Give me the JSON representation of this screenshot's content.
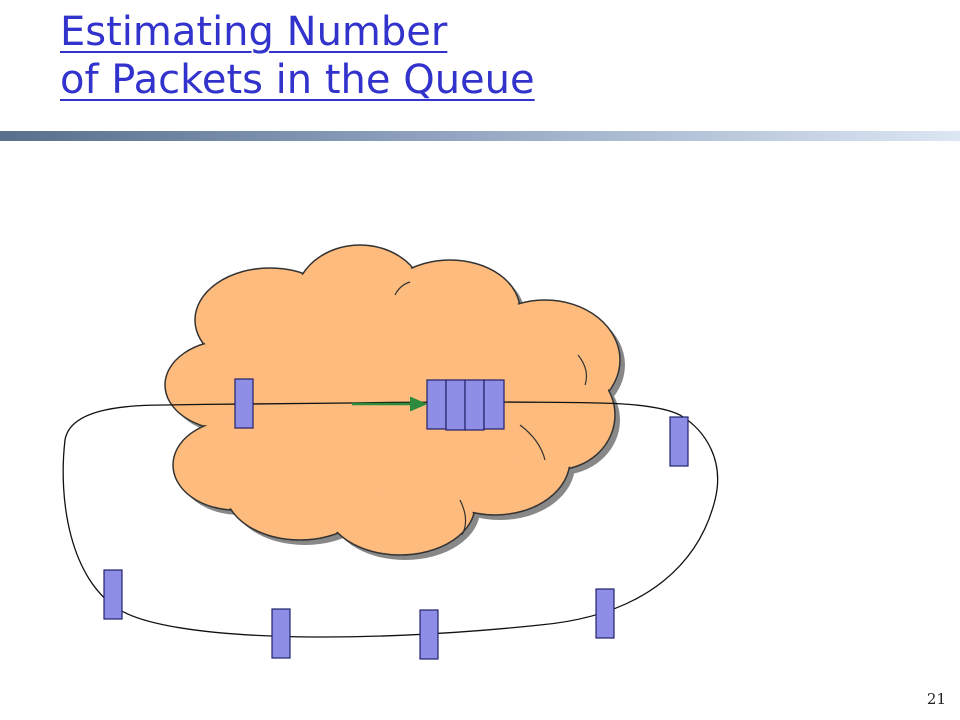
{
  "slide": {
    "title_line1": "Estimating Number",
    "title_line2": "of Packets in the Queue",
    "page_number": "21"
  },
  "colors": {
    "title": "#3232cc",
    "cloud_fill": "#fdbb7e",
    "packet_fill": "#8e8ee6",
    "packet_stroke": "#22226a",
    "arrow": "#2e8a3c",
    "title_bar_start": "#5a6f8c",
    "title_bar_end": "#dde6f3"
  },
  "icons": [
    "network-cloud-icon",
    "packet-icon",
    "queue-icon",
    "arrow-icon"
  ]
}
